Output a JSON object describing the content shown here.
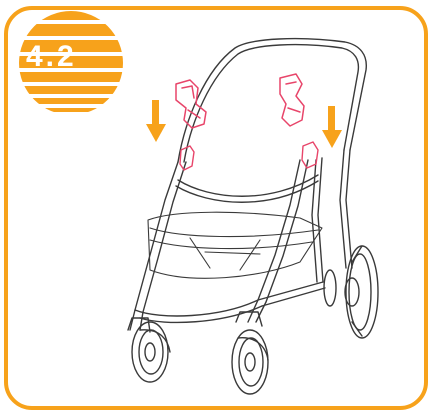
{
  "step": {
    "number": "4.2"
  },
  "colors": {
    "accent": "#f7a21b",
    "highlight": "#e8456a",
    "line": "#3a3a3a"
  },
  "illustration": {
    "subject": "stroller-frame",
    "parts": [
      "car-seat-adapter-left",
      "car-seat-adapter-right"
    ],
    "arrows": [
      "down-arrow-left",
      "down-arrow-right"
    ]
  }
}
